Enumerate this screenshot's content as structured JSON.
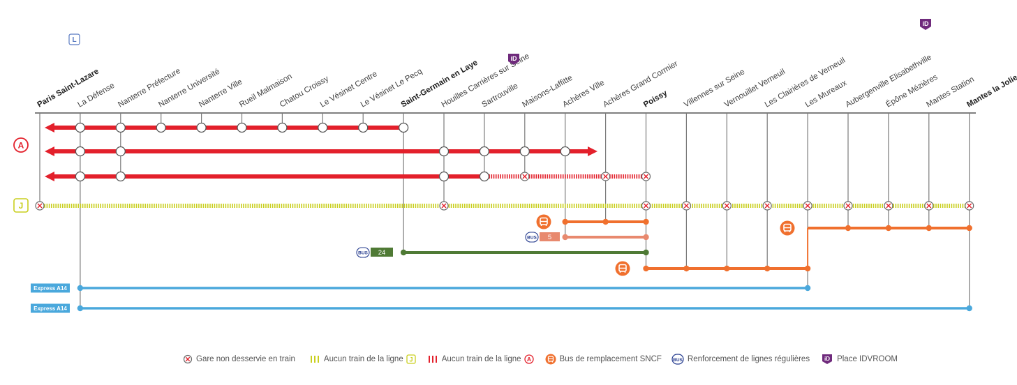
{
  "stations": [
    {
      "name": "Paris Saint-Lazare",
      "major": true
    },
    {
      "name": "La Défense",
      "major": false
    },
    {
      "name": "Nanterre Préfecture",
      "major": false
    },
    {
      "name": "Nanterre Université",
      "major": false
    },
    {
      "name": "Nanterre Ville",
      "major": false
    },
    {
      "name": "Rueil Malmaison",
      "major": false
    },
    {
      "name": "Chatou Croissy",
      "major": false
    },
    {
      "name": "Le Vésinet Centre",
      "major": false
    },
    {
      "name": "Le Vésinet Le Pecq",
      "major": false
    },
    {
      "name": "Saint-Germain en Laye",
      "major": true
    },
    {
      "name": "Houilles Carrières sur Seine",
      "major": false
    },
    {
      "name": "Sartrouville",
      "major": false
    },
    {
      "name": "Maisons-Laffitte",
      "major": false
    },
    {
      "name": "Achères Ville",
      "major": false
    },
    {
      "name": "Achères Grand Cormier",
      "major": false
    },
    {
      "name": "Poissy",
      "major": true
    },
    {
      "name": "Villennes sur Seine",
      "major": false
    },
    {
      "name": "Vernouillet Verneuil",
      "major": false
    },
    {
      "name": "Les Clairières de Verneuil",
      "major": false
    },
    {
      "name": "Les Mureaux",
      "major": false
    },
    {
      "name": "Aubergenville Elisabethville",
      "major": false
    },
    {
      "name": "Épône Mézières",
      "major": false
    },
    {
      "name": "Mantes Station",
      "major": false
    },
    {
      "name": "Mantes la Jolie",
      "major": true
    }
  ],
  "badges": {
    "line_a": "A",
    "line_j": "J",
    "line_l": "L",
    "idvroom": "iD",
    "bus": "BUS",
    "bus_24": "24",
    "bus_5": "5",
    "express_a14": "Express A14"
  },
  "colors": {
    "rer_a": "#e3202b",
    "line_j": "#c9cf1e",
    "replacement_bus": "#f0702e",
    "bus_5": "#e8896e",
    "bus_24": "#4f7a35",
    "express_a14": "#4aa8dc",
    "idvroom": "#6f2a7c",
    "stem": "#7a7a7a",
    "l_badge": "#5a7bc2"
  },
  "services": [
    {
      "id": "rer-a-1",
      "mode": "RER A",
      "stops": [
        "La Défense",
        "Nanterre Préfecture",
        "Nanterre Université",
        "Nanterre Ville",
        "Rueil Malmaison",
        "Chatou Croissy",
        "Le Vésinet Centre",
        "Le Vésinet Le Pecq",
        "Saint-Germain en Laye"
      ],
      "direction": "toward Paris"
    },
    {
      "id": "rer-a-2",
      "mode": "RER A",
      "stops": [
        "La Défense",
        "Nanterre Préfecture",
        "Houilles Carrières sur Seine",
        "Sartrouville",
        "Maisons-Laffitte",
        "Achères Ville"
      ],
      "direction": "both"
    },
    {
      "id": "rer-a-3",
      "mode": "RER A",
      "stops": [
        "La Défense",
        "Nanterre Préfecture",
        "Houilles Carrières sur Seine",
        "Sartrouville"
      ],
      "not_served": [
        "Maisons-Laffitte",
        "Achères Grand Cormier",
        "Poissy"
      ],
      "direction": "toward Paris"
    },
    {
      "id": "line-j",
      "mode": "Ligne J",
      "not_served": [
        "Paris Saint-Lazare",
        "Houilles Carrières sur Seine",
        "Poissy",
        "Villennes sur Seine",
        "Vernouillet Verneuil",
        "Les Clairières de Verneuil",
        "Les Mureaux",
        "Aubergenville Elisabethville",
        "Épône Mézières",
        "Mantes Station",
        "Mantes la Jolie"
      ]
    },
    {
      "id": "bus-achere",
      "mode": "Bus de remplacement SNCF",
      "stops": [
        "Achères Ville",
        "Achères Grand Cormier",
        "Poissy"
      ]
    },
    {
      "id": "bus-5",
      "mode": "Bus 5",
      "stops": [
        "Achères Ville",
        "Poissy"
      ]
    },
    {
      "id": "bus-24",
      "mode": "Bus 24",
      "stops": [
        "Saint-Germain en Laye",
        "Poissy"
      ]
    },
    {
      "id": "bus-poissy-mureaux",
      "mode": "Bus de remplacement SNCF",
      "stops": [
        "Poissy",
        "Villennes sur Seine",
        "Vernouillet Verneuil",
        "Les Clairières de Verneuil",
        "Les Mureaux"
      ]
    },
    {
      "id": "bus-mureaux-mantes",
      "mode": "Bus de remplacement SNCF",
      "stops": [
        "Les Mureaux",
        "Aubergenville Elisabethville",
        "Épône Mézières",
        "Mantes Station",
        "Mantes la Jolie"
      ]
    },
    {
      "id": "express-1",
      "mode": "Express A14",
      "stops": [
        "La Défense",
        "Les Mureaux"
      ]
    },
    {
      "id": "express-2",
      "mode": "Express A14",
      "stops": [
        "La Défense",
        "Mantes la Jolie"
      ]
    }
  ],
  "legend": {
    "not_served": "Gare non desservie en train",
    "no_train_j": "Aucun train de la ligne",
    "no_train_a": "Aucun train de la ligne",
    "replacement_bus": "Bus de remplacement SNCF",
    "reinforcement": "Renforcement de lignes régulières",
    "idvroom": "Place IDVROOM"
  }
}
